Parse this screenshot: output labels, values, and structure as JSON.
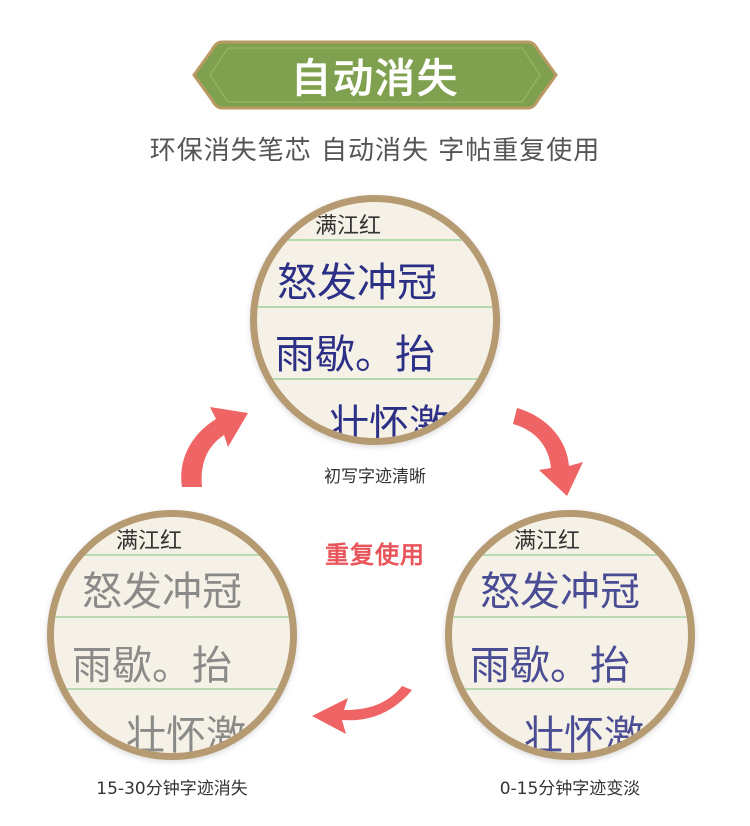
{
  "banner": {
    "title": "自动消失"
  },
  "subtitle": "环保消失笔芯 自动消失 字帖重复使用",
  "center_label": "重复使用",
  "colors": {
    "banner_green": "#7fa04e",
    "banner_border": "#b89a62",
    "arrow_red": "#ef6464",
    "ink_clear": "#2c2f86",
    "ink_fading": "#4a4d94",
    "ink_gone": "#8a8a88",
    "ring": "#b59a72"
  },
  "circles": [
    {
      "caption": "初写字迹清晰",
      "title": "满江红",
      "line1": "怒发冲冠",
      "line2": "雨歇。抬",
      "line3": "壮怀激"
    },
    {
      "caption": "0-15分钟字迹变淡",
      "title": "满江红",
      "line1": "怒发冲冠",
      "line2": "雨歇。抬",
      "line3": "壮怀激"
    },
    {
      "caption": "15-30分钟字迹消失",
      "title": "满江红",
      "line1": "怒发冲冠",
      "line2": "雨歇。抬",
      "line3": "壮怀激"
    }
  ]
}
